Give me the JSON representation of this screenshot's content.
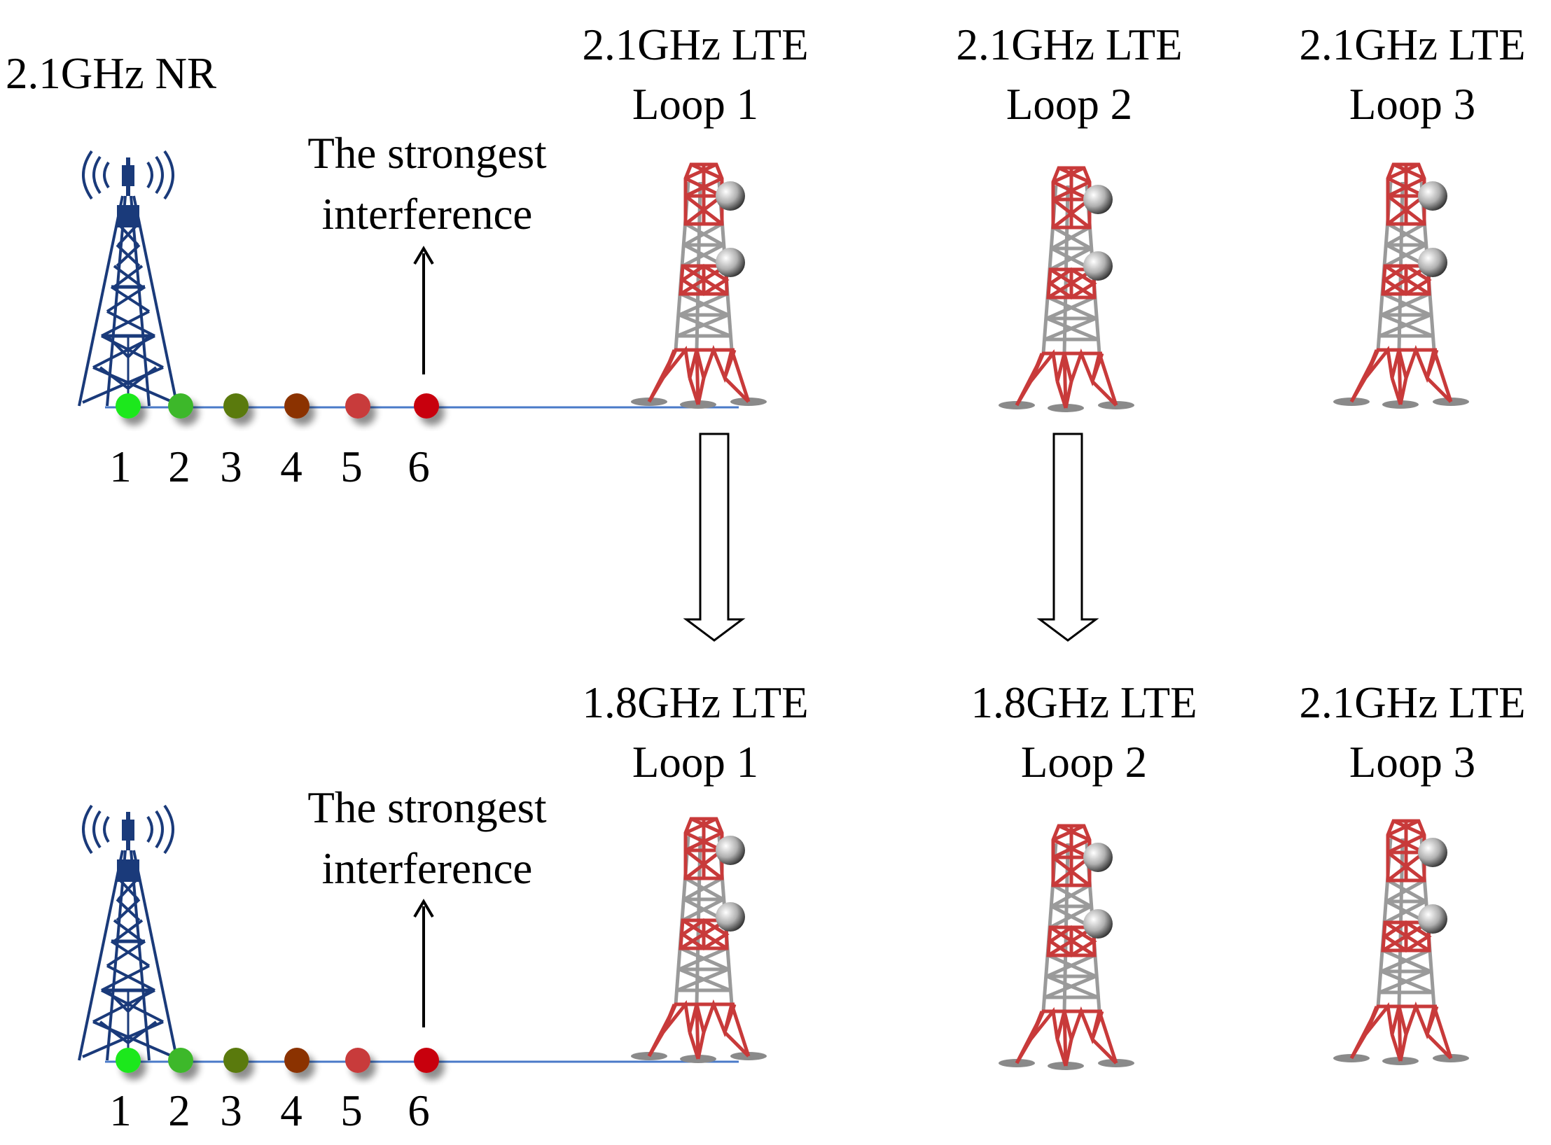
{
  "nr_label": "2.1GHz NR",
  "interference_label": [
    "The strongest",
    "interference"
  ],
  "point_labels": [
    "1",
    "2",
    "3",
    "4",
    "5",
    "6"
  ],
  "point_colors": [
    "#1ee81e",
    "#3cb82a",
    "#5a7a10",
    "#8b3300",
    "#c83a3a",
    "#c80010"
  ],
  "colors": {
    "nr_tower": "#1a3a7a",
    "tower_red": "#c83a3a",
    "tower_gray": "#9a9a9a",
    "baseline": "#4a7ac8"
  },
  "top_row": {
    "towers": [
      {
        "band": "2.1GHz LTE",
        "loop": "Loop 1"
      },
      {
        "band": "2.1GHz LTE",
        "loop": "Loop 2"
      },
      {
        "band": "2.1GHz LTE",
        "loop": "Loop 3"
      }
    ]
  },
  "bottom_row": {
    "towers": [
      {
        "band": "1.8GHz LTE",
        "loop": "Loop 1"
      },
      {
        "band": "1.8GHz LTE",
        "loop": "Loop 2"
      },
      {
        "band": "2.1GHz LTE",
        "loop": "Loop 3"
      }
    ]
  }
}
